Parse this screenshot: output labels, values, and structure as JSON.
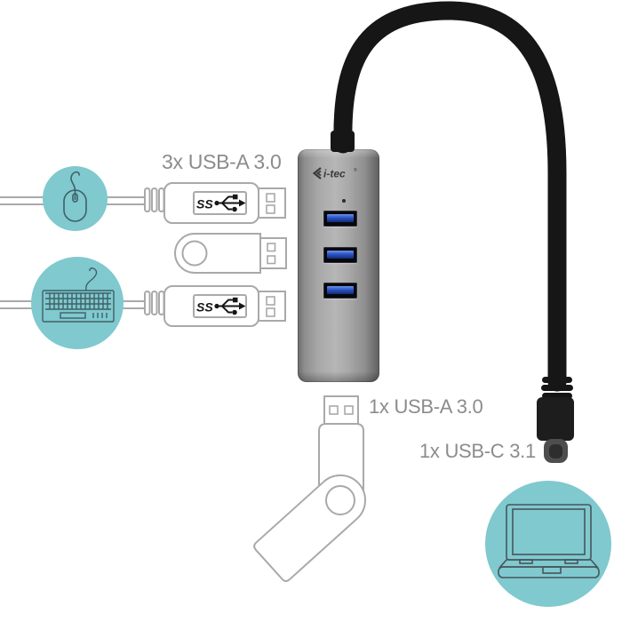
{
  "labels": {
    "ports_top": "3x USB-A 3.0",
    "port_usba": "1x USB-A 3.0",
    "port_usbc": "1x USB-C 3.1"
  },
  "hub": {
    "brand": "i-tec",
    "reg_mark": "®",
    "usb_a_port_count": 3
  },
  "usb_badge": {
    "ss_text": "SS"
  },
  "icons": {
    "mouse": "mouse-icon",
    "keyboard": "keyboard-icon",
    "laptop": "laptop-icon",
    "usb_trident": "usb-trident-icon"
  },
  "colors": {
    "teal": "#7fc9cf",
    "label_gray": "#8c8c8c",
    "outline_gray": "#a9a9a9",
    "cable_black": "#161616",
    "port_blue": "#2b54c8",
    "hub_gray": "#9a9a9a",
    "icon_stroke": "#3f6065"
  }
}
